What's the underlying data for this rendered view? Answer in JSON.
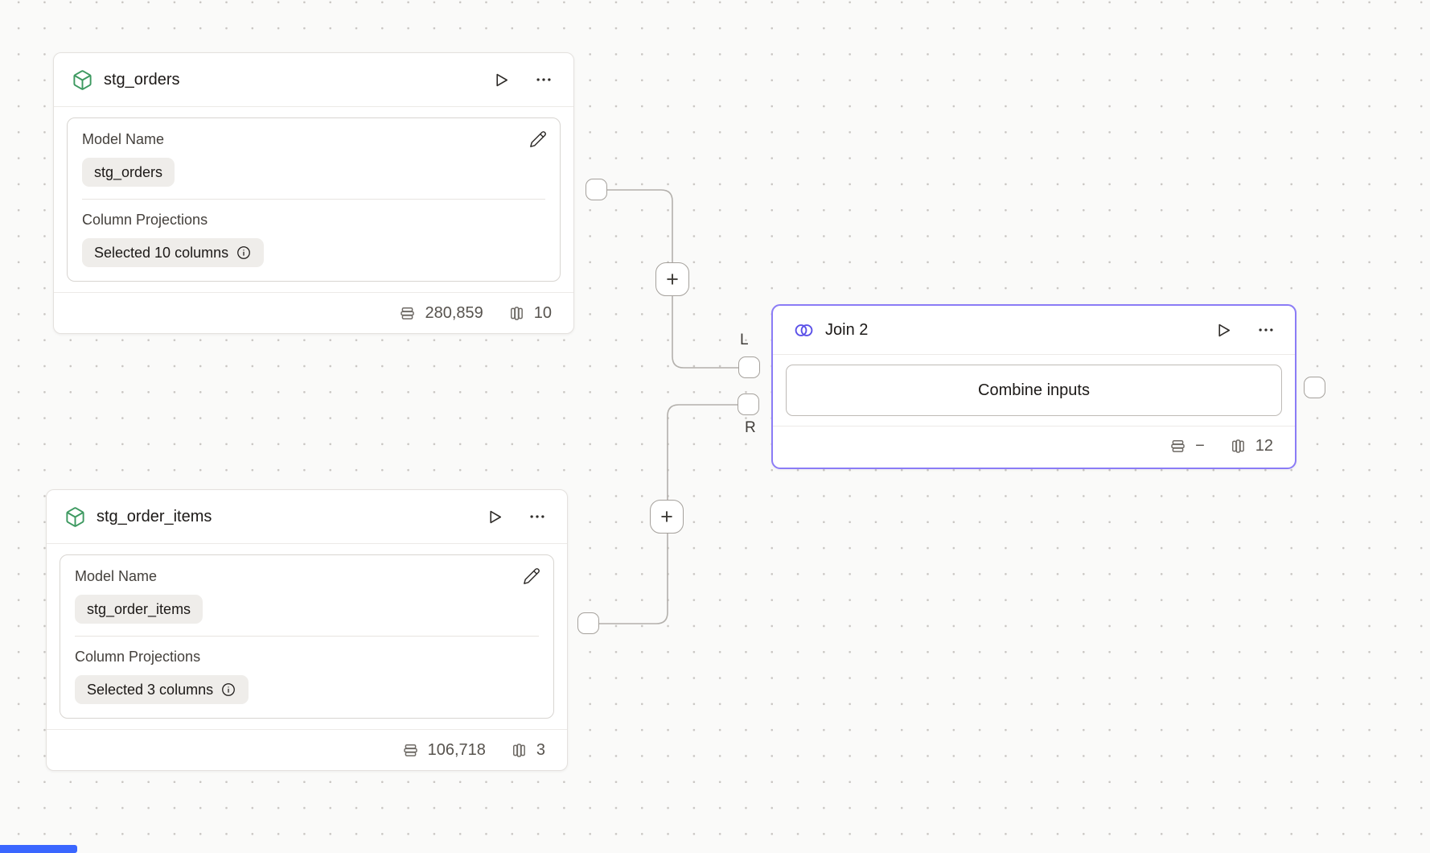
{
  "nodes": {
    "stg_orders": {
      "title": "stg_orders",
      "model_name_label": "Model Name",
      "model_name_value": "stg_orders",
      "column_projections_label": "Column Projections",
      "column_projections_value": "Selected 10 columns",
      "row_count": "280,859",
      "column_count": "10"
    },
    "stg_order_items": {
      "title": "stg_order_items",
      "model_name_label": "Model Name",
      "model_name_value": "stg_order_items",
      "column_projections_label": "Column Projections",
      "column_projections_value": "Selected 3 columns",
      "row_count": "106,718",
      "column_count": "3"
    },
    "join": {
      "title": "Join 2",
      "button_label": "Combine inputs",
      "row_count": "−",
      "column_count": "12"
    }
  },
  "ports": {
    "left_label": "L",
    "right_label": "R"
  },
  "edges": {
    "add_button_label": "+"
  },
  "colors": {
    "canvas_bg": "#FAFAF9",
    "grid_dot": "#C9C6C3",
    "node_border": "#E4E1DE",
    "join_accent": "#8B7CF6",
    "model_icon_green": "#3D9960",
    "join_icon_indigo": "#5B51E8",
    "edge_gray": "#B3B0AC",
    "scrollbar_blue": "#3A66FF"
  }
}
